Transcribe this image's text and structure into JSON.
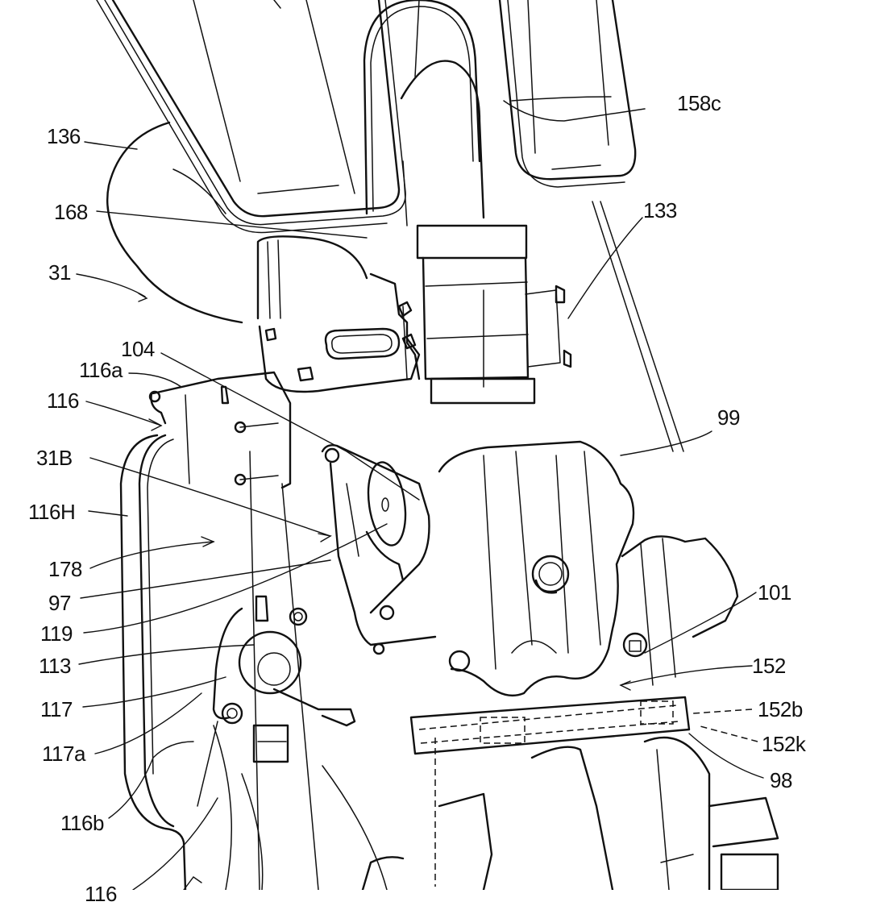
{
  "figure": {
    "type": "patent line drawing",
    "subject": "engine assembly perspective view",
    "ink_color": "#111111",
    "background_color": "#ffffff"
  },
  "labels": [
    {
      "id": "136",
      "text": "136"
    },
    {
      "id": "158c",
      "text": "158c"
    },
    {
      "id": "168",
      "text": "168"
    },
    {
      "id": "133",
      "text": "133"
    },
    {
      "id": "31",
      "text": "31"
    },
    {
      "id": "104",
      "text": "104"
    },
    {
      "id": "116a",
      "text": "116a"
    },
    {
      "id": "116",
      "text": "116"
    },
    {
      "id": "99",
      "text": "99"
    },
    {
      "id": "31B",
      "text": "31B"
    },
    {
      "id": "116H",
      "text": "116H"
    },
    {
      "id": "178",
      "text": "178"
    },
    {
      "id": "97",
      "text": "97"
    },
    {
      "id": "101",
      "text": "101"
    },
    {
      "id": "119",
      "text": "119"
    },
    {
      "id": "113",
      "text": "113"
    },
    {
      "id": "152",
      "text": "152"
    },
    {
      "id": "117",
      "text": "117"
    },
    {
      "id": "152b",
      "text": "152b"
    },
    {
      "id": "117a",
      "text": "117a"
    },
    {
      "id": "152k",
      "text": "152k"
    },
    {
      "id": "98",
      "text": "98"
    },
    {
      "id": "116b",
      "text": "116b"
    },
    {
      "id": "partial-bottom",
      "text": "116"
    }
  ]
}
